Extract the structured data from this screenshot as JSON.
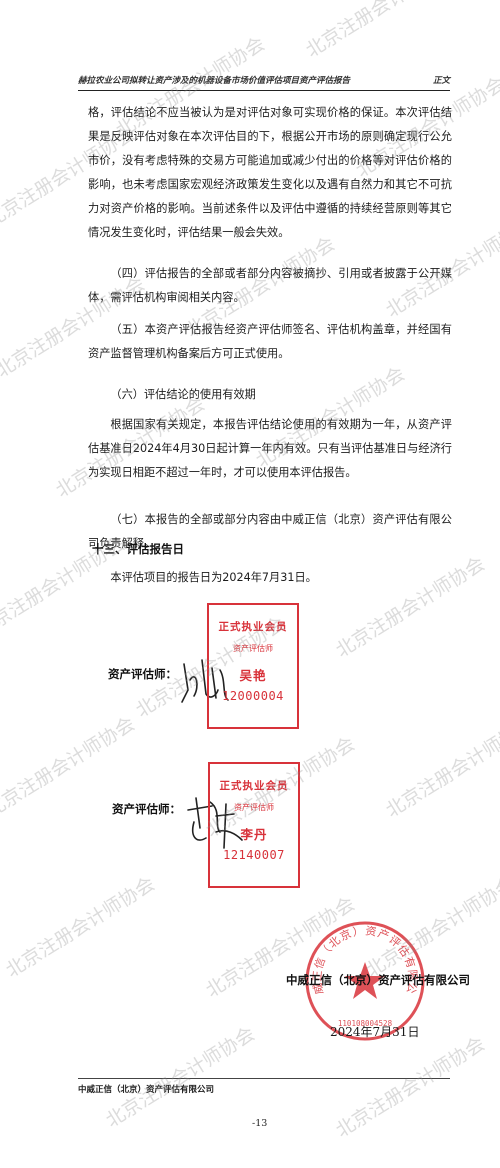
{
  "header": {
    "title": "赫拉农业公司拟转让资产涉及的机器设备市场价值评估项目资产评估报告",
    "tag": "正文"
  },
  "paragraphs": [
    "格，评估结论不应当被认为是对评估对象可实现价格的保证。本次评估结果是反映评估对象在本次评估目的下，根据公开市场的原则确定现行公允市价，没有考虑特殊的交易方可能追加或减少付出的价格等对评估价格的影响，也未考虑国家宏观经济政策发生变化以及遇有自然力和其它不可抗力对资产价格的影响。当前述条件以及评估中遵循的持续经营原则等其它情况发生变化时，评估结果一般会失效。",
    "（四）评估报告的全部或者部分内容被摘抄、引用或者披露于公开媒体，需评估机构审阅相关内容。",
    "（五）本资产评估报告经资产评估师签名、评估机构盖章，并经国有资产监督管理机构备案后方可正式使用。",
    "（六）评估结论的使用有效期",
    "根据国家有关规定，本报告评估结论使用的有效期为一年，从资产评估基准日2024年4月30日起计算一年内有效。只有当评估基准日与经济行为实现日相距不超过一年时，才可以使用本评估报告。",
    "（七）本报告的全部或部分内容由中威正信（北京）资产评估有限公司负责解释。"
  ],
  "section13": {
    "heading": "十三、评估报告日",
    "text": "本评估项目的报告日为2024年7月31日。"
  },
  "signatures": [
    {
      "label": "资产评估师：",
      "stamp_title": "正式执业会员",
      "stamp_role": "资产评估师",
      "stamp_name": "吴艳",
      "stamp_number": "12000004"
    },
    {
      "label": "资产评估师：",
      "stamp_title": "正式执业会员",
      "stamp_role": "资产评估师",
      "stamp_name": "李丹",
      "stamp_number": "12140007"
    }
  ],
  "company_sign": {
    "name": "中威正信（北京）资产评估有限公司",
    "date": "2024年7月31日",
    "seal_text": "中威正信（北京）资产评估有限公司",
    "seal_number": "110108004528"
  },
  "footer": {
    "company": "中威正信（北京）资产评估有限公司",
    "page_number": "-13"
  },
  "watermark": {
    "text": "北京注册会计师协会"
  },
  "colors": {
    "stamp_red": "#d8323a",
    "text": "#1c1c1c",
    "watermark": "#8c8c8c"
  }
}
